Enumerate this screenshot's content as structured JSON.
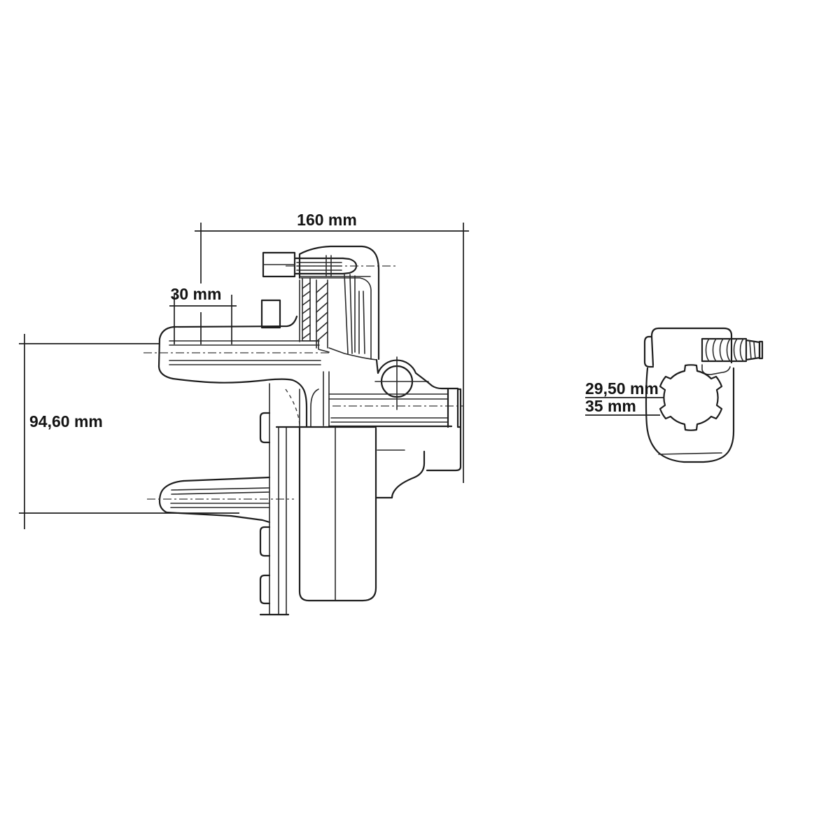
{
  "document": {
    "kind": "technical dimension drawing",
    "background_color": "#ffffff",
    "line_color": "#1e1e1e",
    "units": "mm"
  },
  "views": {
    "side_section": {
      "name": "side section view"
    },
    "end_view": {
      "name": "end view with splined bore"
    }
  },
  "dimensions": {
    "overall_length": {
      "label": "160 mm",
      "value": 160,
      "unit": "mm",
      "orientation": "horizontal",
      "view": "side_section"
    },
    "spline_hub_length": {
      "label": "30 mm",
      "value": 30,
      "unit": "mm",
      "orientation": "horizontal",
      "view": "side_section"
    },
    "overall_height": {
      "label": "94,60 mm",
      "value": 94.6,
      "unit": "mm",
      "orientation": "vertical",
      "view": "side_section"
    },
    "bore_minor_diameter": {
      "label": "29,50 mm",
      "value": 29.5,
      "unit": "mm",
      "orientation": "leader",
      "view": "end_view"
    },
    "bore_major_diameter": {
      "label": "35 mm",
      "value": 35,
      "unit": "mm",
      "orientation": "leader",
      "view": "end_view"
    }
  }
}
